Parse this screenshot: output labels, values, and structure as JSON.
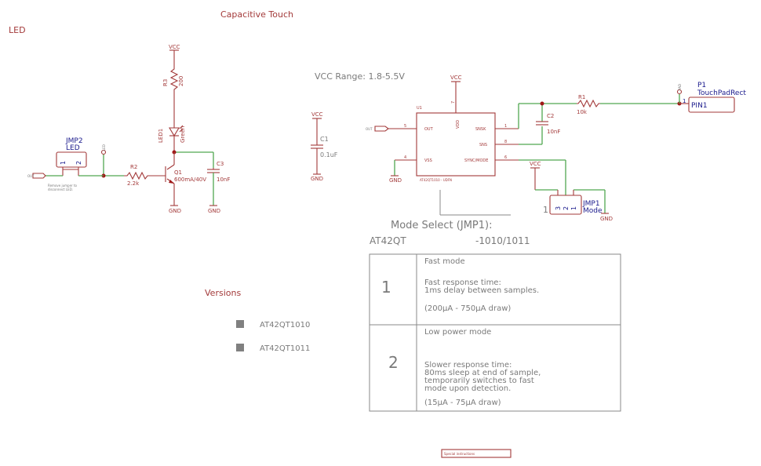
{
  "sections": {
    "capacitive_touch": "Capacitive Touch",
    "led": "LED",
    "versions": "Versions",
    "vcc_range": "VCC Range: 1.8-5.5V"
  },
  "led_circuit": {
    "vcc": "VCC",
    "r3_name": "R3",
    "r3_value": "200",
    "led1_name": "LED1",
    "led1_value": "Green",
    "jmp2_name": "JMP2",
    "jmp2_value": "LED",
    "jmp2_pin1": "1",
    "jmp2_pin2": "2",
    "net_out": "OUT",
    "jmp2_note_1": "Remove jumper to",
    "jmp2_note_2": "disconnect LED.",
    "net_vertical": "LED",
    "r2_name": "R2",
    "r2_value": "2.2k",
    "q1_name": "Q1",
    "q1_value": "600mA/40V",
    "c3_name": "C3",
    "c3_value": "10nF",
    "gnd": "GND"
  },
  "decoupling": {
    "vcc": "VCC",
    "c1_name": "C1",
    "c1_value": "0.1uF",
    "gnd": "GND"
  },
  "ic": {
    "name": "U1",
    "part": "AT42QT1010 - UDFN",
    "vcc": "VCC",
    "gnd": "GND",
    "net_out": "OUT",
    "pins": {
      "out": {
        "label": "OUT",
        "num": "5"
      },
      "vss": {
        "label": "VSS",
        "num": "4"
      },
      "vdd": {
        "label": "VDD",
        "num": "7"
      },
      "snsk": {
        "label": "SNSK",
        "num": "1"
      },
      "sns": {
        "label": "SNS",
        "num": "8"
      },
      "sync": {
        "label": "SYNC/MODE",
        "num": "6"
      }
    }
  },
  "touch": {
    "c2_name": "C2",
    "c2_value": "10nF",
    "r1_name": "R1",
    "r1_value": "10k",
    "p1_name": "P1",
    "p1_value": "TouchPadRect",
    "pad_label": "PIN1",
    "pad_pin": "1",
    "net_pad": "PAD"
  },
  "jmp1": {
    "vcc": "VCC",
    "gnd": "GND",
    "name": "JMP1",
    "value": "Mode",
    "pins": [
      "3",
      "2",
      "1"
    ],
    "pin_marker": "1"
  },
  "mode_select": {
    "title": "Mode Select (JMP1):",
    "col_left": "AT42QT",
    "col_right": "-1010/1011",
    "rows": [
      {
        "num": "1",
        "title": "Fast mode",
        "lines": [
          "Fast response time:",
          "1ms delay between samples."
        ],
        "draw": "(200µA - 750µA draw)"
      },
      {
        "num": "2",
        "title": "Low power mode",
        "lines": [
          "Slower response time:",
          "80ms sleep at end of sample,",
          "temporarily switches to fast",
          "mode upon detection."
        ],
        "draw": "(15µA - 75µA draw)"
      }
    ]
  },
  "versions": [
    {
      "label": "AT42QT1010"
    },
    {
      "label": "AT42QT1011"
    }
  ],
  "special_instructions": "Special instructions"
}
